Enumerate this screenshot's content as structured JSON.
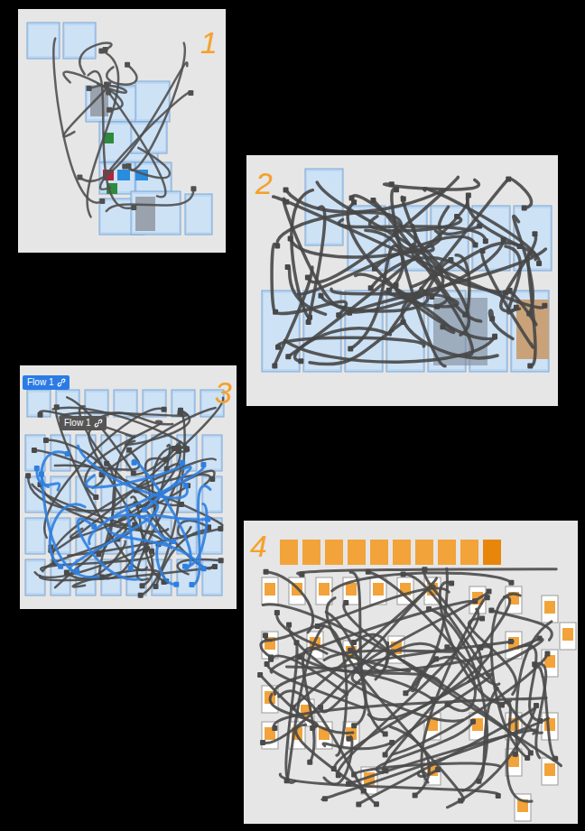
{
  "diagram": {
    "nodes": [
      {
        "text": [
          "Flow 1"
        ]
      },
      {
        "text": [
          "Flow 1"
        ]
      }
    ],
    "labels": [
      "1",
      "2",
      "3",
      "4"
    ]
  }
}
